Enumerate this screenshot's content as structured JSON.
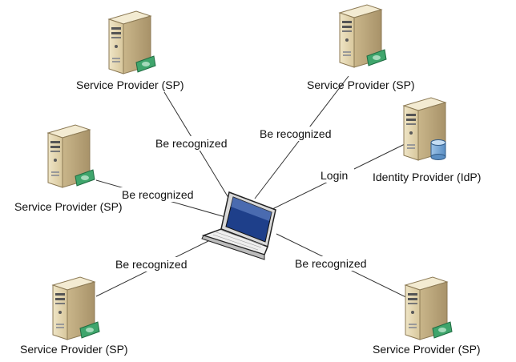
{
  "nodes": {
    "sp_top_left": {
      "label": "Service Provider (SP)",
      "icon": "server-with-card-icon"
    },
    "sp_top_right": {
      "label": "Service Provider (SP)",
      "icon": "server-with-card-icon"
    },
    "sp_mid_left": {
      "label": "Service Provider (SP)",
      "icon": "server-with-card-icon"
    },
    "idp": {
      "label": "Identity Provider (IdP)",
      "icon": "server-with-database-icon"
    },
    "sp_bottom_left": {
      "label": "Service Provider (SP)",
      "icon": "server-with-card-icon"
    },
    "sp_bottom_right": {
      "label": "Service Provider (SP)",
      "icon": "server-with-card-icon"
    },
    "client": {
      "icon": "laptop-icon"
    }
  },
  "edges": {
    "top_left": "Be recognized",
    "top_right": "Be recognized",
    "mid_left": "Be recognized",
    "idp": "Login",
    "bottom_left": "Be recognized",
    "bottom_right": "Be recognized"
  },
  "colors": {
    "server_body": "#e8dcb8",
    "server_shade": "#b9a57a",
    "card": "#4caf7a",
    "database": "#7aa9d6",
    "line": "#333333"
  }
}
